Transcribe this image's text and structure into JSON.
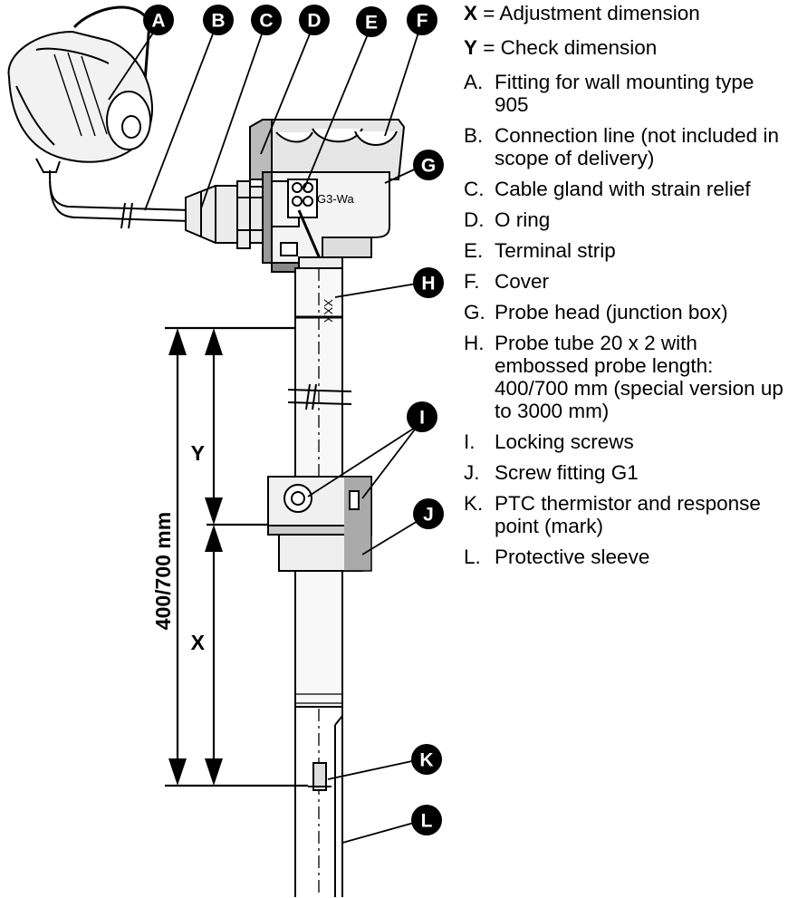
{
  "definitions": [
    {
      "symbol": "X",
      "text": "= Adjustment dimension"
    },
    {
      "symbol": "Y",
      "text": "= Check dimension"
    }
  ],
  "legend": [
    {
      "letter": "A.",
      "text": "Fitting for wall mounting type 905"
    },
    {
      "letter": "B.",
      "text": "Connection line (not included in scope of delivery)"
    },
    {
      "letter": "C.",
      "text": "Cable gland with strain relief"
    },
    {
      "letter": "D.",
      "text": "O ring"
    },
    {
      "letter": "E.",
      "text": "Terminal strip"
    },
    {
      "letter": "F.",
      "text": "Cover"
    },
    {
      "letter": "G.",
      "text": "Probe head (junction box)"
    },
    {
      "letter": "H.",
      "text": "Probe tube 20 x 2 with embossed probe length: 400/700 mm (special version up to 3000 mm)"
    },
    {
      "letter": "I.",
      "text": "Locking screws"
    },
    {
      "letter": "J.",
      "text": "Screw fitting G1"
    },
    {
      "letter": "K.",
      "text": "PTC thermistor and response point (mark)"
    },
    {
      "letter": "L.",
      "text": "Protective sleeve"
    }
  ],
  "callouts": [
    "A",
    "B",
    "C",
    "D",
    "E",
    "F",
    "G",
    "H",
    "I",
    "J",
    "K",
    "L"
  ],
  "dimensions": {
    "overall_label": "400/700 mm",
    "y_label": "Y",
    "x_label": "X"
  },
  "embossed_mark": "XXX",
  "head_label": "G3-Wa"
}
